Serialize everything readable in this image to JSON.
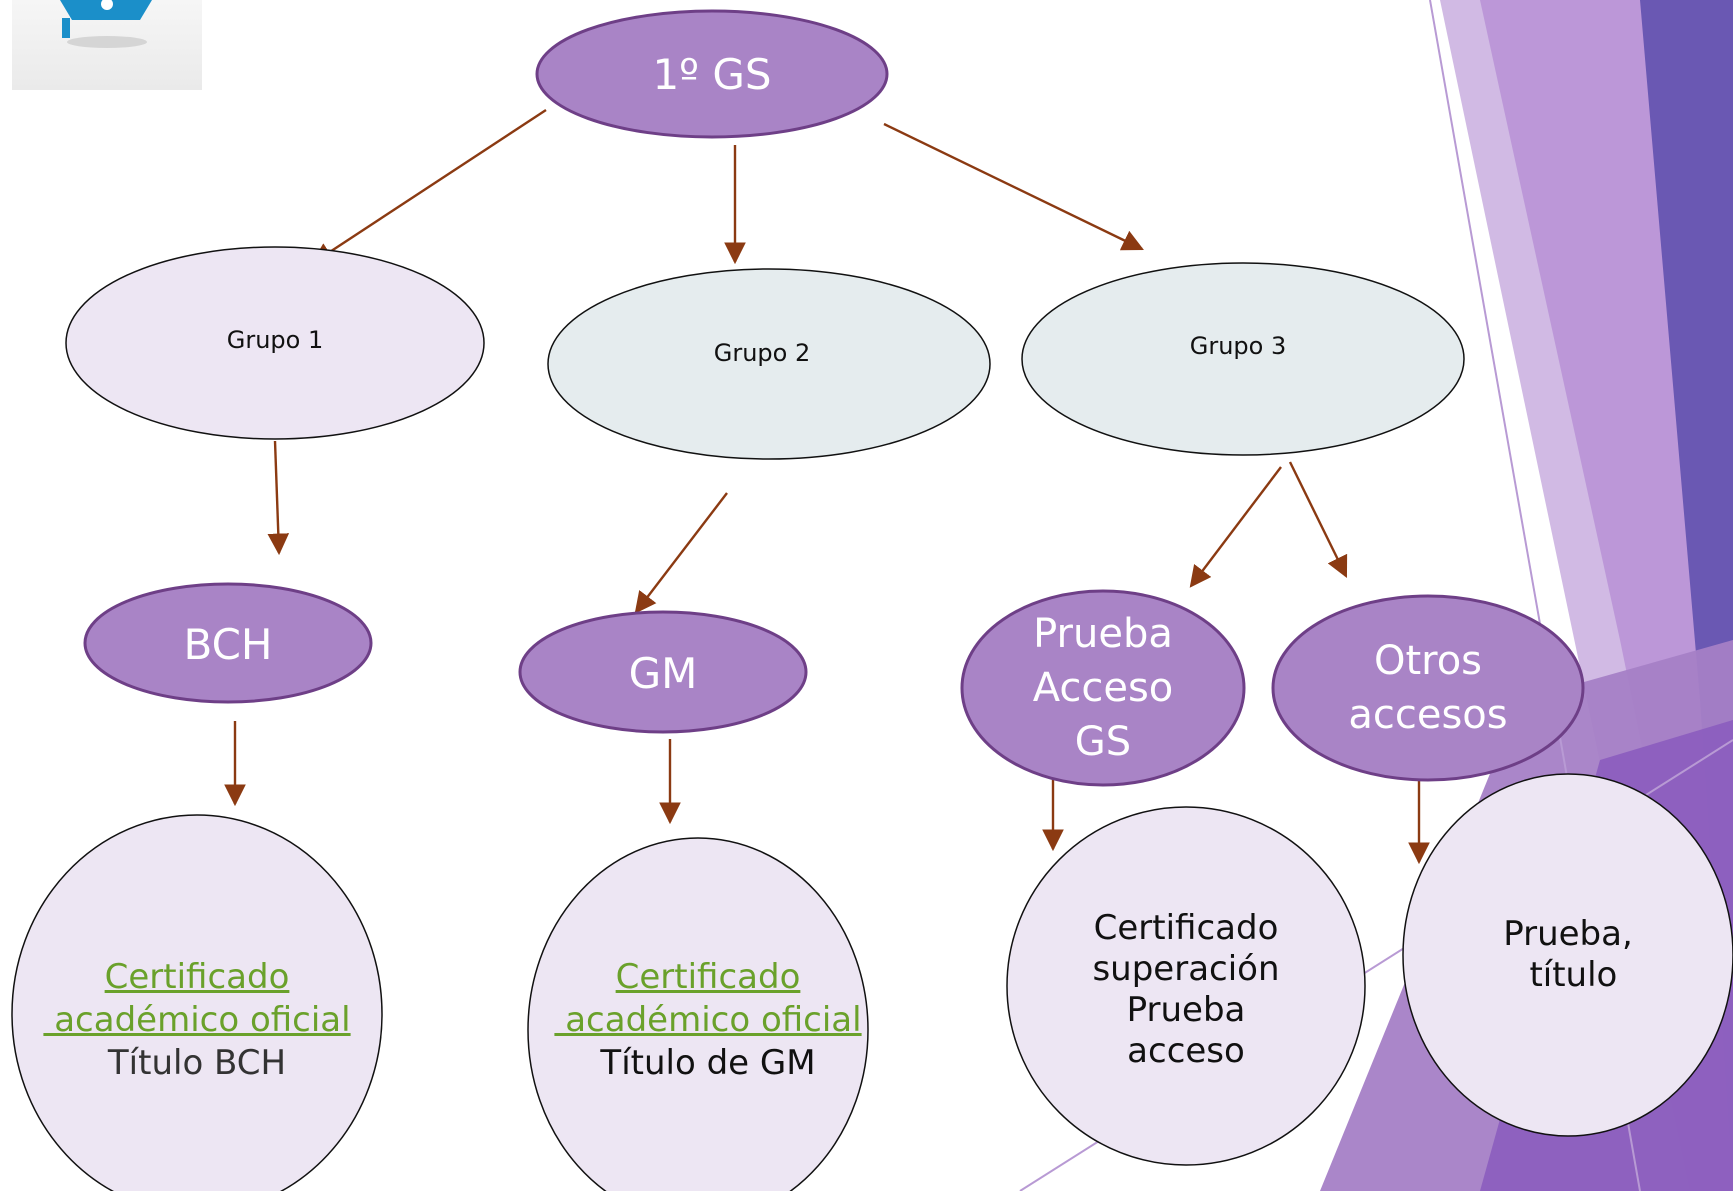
{
  "colors": {
    "purple_fill": "#a984c6",
    "purple_stroke": "#6e3f87",
    "lavender_fill": "#ede6f3",
    "grey_fill": "#e5ecee",
    "circle_fill": "#ede6f3",
    "arrow": "#8b3a12",
    "link": "#6aa12b",
    "deco_dark": "#6a58b3",
    "deco_mid": "#a57fc6",
    "deco_light": "#c9aedf"
  },
  "logo": {
    "icon": "graduation-cap-icon"
  },
  "nodes": {
    "root": {
      "lines": [
        "1º GS"
      ]
    },
    "grupo1": {
      "lines": [
        "Grupo 1"
      ]
    },
    "grupo2": {
      "lines": [
        "Grupo 2"
      ]
    },
    "grupo3": {
      "lines": [
        "Grupo 3"
      ]
    },
    "bch": {
      "lines": [
        "BCH"
      ]
    },
    "gm": {
      "lines": [
        "GM"
      ]
    },
    "prueba_acceso": {
      "lines": [
        "Prueba",
        "Acceso",
        "GS"
      ]
    },
    "otros_accesos": {
      "lines": [
        "Otros",
        "accesos"
      ]
    },
    "req_bch": {
      "link_lines": [
        "Certificado",
        " académico oficial"
      ],
      "lines": [
        "Título BCH"
      ]
    },
    "req_gm": {
      "link_lines": [
        "Certificado",
        " académico oficial"
      ],
      "lines": [
        "Título de GM"
      ]
    },
    "req_prueba": {
      "lines": [
        "Certificado",
        "superación",
        "Prueba",
        "acceso"
      ]
    },
    "req_otros": {
      "lines": [
        "Prueba,",
        " título"
      ]
    }
  }
}
